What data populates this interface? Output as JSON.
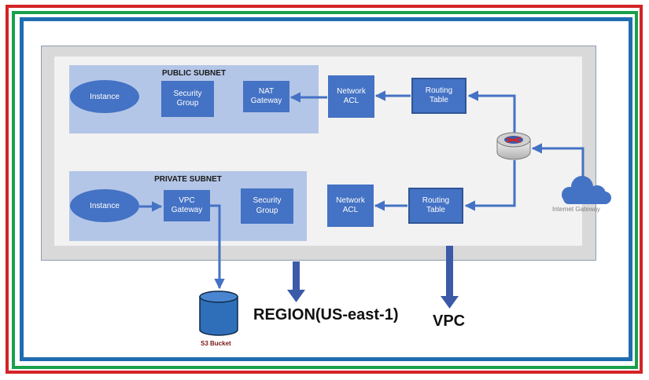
{
  "public_subnet": {
    "title": "PUBLIC SUBNET",
    "instance": "Instance",
    "security_group": "Security\nGroup",
    "nat_gateway": "NAT\nGateway"
  },
  "private_subnet": {
    "title": "PRIVATE SUBNET",
    "instance": "Instance",
    "vpc_gateway": "VPC\nGateway",
    "security_group": "Security\nGroup"
  },
  "public_acl": "Network\nACL",
  "public_routing_table": "Routing\nTable",
  "private_acl": "Network\nACL",
  "private_routing_table": "Routing\nTable",
  "internet_gateway_label": "Internet Gateway",
  "s3_label": "S3 Bucket",
  "region_label": "REGION(US-east-1)",
  "vpc_label": "VPC",
  "colors": {
    "accent": "#4472c4",
    "subnet": "#b4c6e7",
    "red": "#d42427",
    "green": "#18a04b",
    "blue": "#1f6db0"
  }
}
